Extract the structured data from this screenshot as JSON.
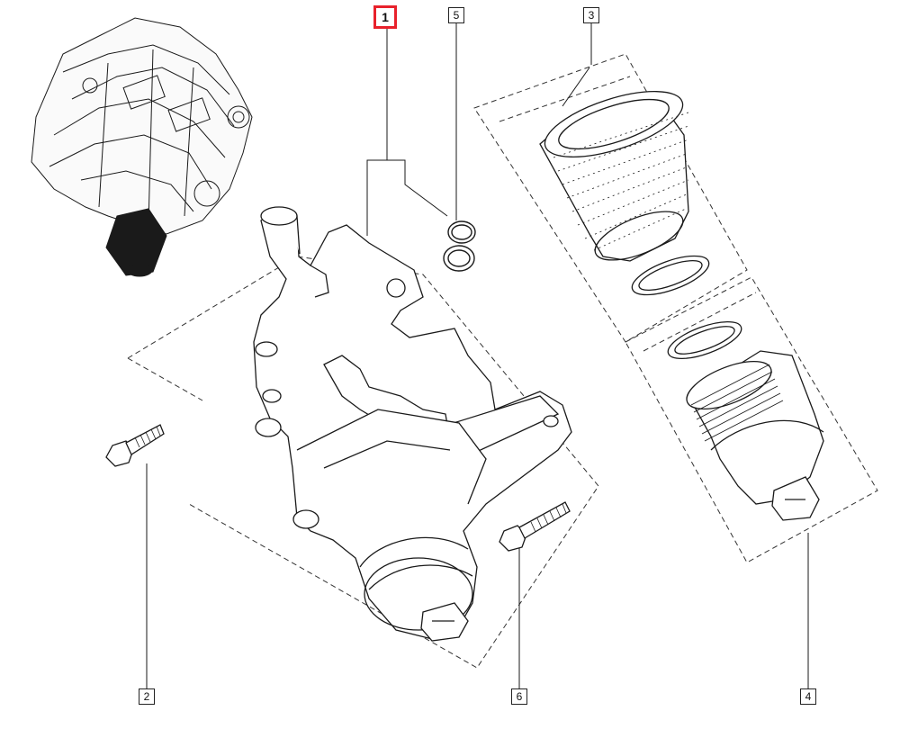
{
  "colors": {
    "line": "#1a1a1a",
    "dash": "#333333",
    "highlight": "#e8212b",
    "background": "#ffffff"
  },
  "callouts": [
    {
      "id": "1",
      "highlighted": true
    },
    {
      "id": "2",
      "highlighted": false
    },
    {
      "id": "3",
      "highlighted": false
    },
    {
      "id": "4",
      "highlighted": false
    },
    {
      "id": "5",
      "highlighted": false
    },
    {
      "id": "6",
      "highlighted": false
    }
  ],
  "parts": [
    {
      "callout": "1",
      "icon": "oil-filter-housing-icon"
    },
    {
      "callout": "2",
      "icon": "bolt-icon"
    },
    {
      "callout": "3",
      "icon": "filter-element-icon"
    },
    {
      "callout": "4",
      "icon": "filter-cap-icon"
    },
    {
      "callout": "5",
      "icon": "o-ring-seal-icon"
    },
    {
      "callout": "6",
      "icon": "bolt-icon"
    }
  ],
  "inset": {
    "icon": "engine-location-icon"
  }
}
